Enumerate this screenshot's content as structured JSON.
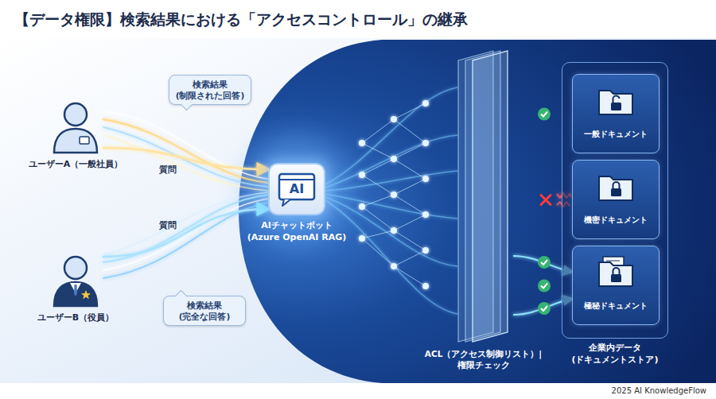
{
  "diagram": {
    "title": "【データ権限】検索結果における「アクセスコントロール」の継承",
    "nodes": [
      {
        "text": [
          "検索結果 (制限された回答)"
        ]
      },
      {
        "text": [
          "ユーザーA（一般社員）"
        ]
      },
      {
        "text": [
          "AI",
          "AIチャットボット (Azure OpenAI RAG)"
        ]
      },
      {
        "text": [
          "ユーザーB（役員）"
        ]
      },
      {
        "text": [
          "検索結果 (完全な回答)"
        ]
      },
      {
        "text": [
          "ACL（アクセス制御リスト）| 権限チェック"
        ]
      },
      {
        "text": [
          "企業内データ (ドキュメントストア)"
        ]
      },
      {
        "text": [
          "一般ドキュメント"
        ],
        "in": 6
      },
      {
        "text": [
          "機密ドキュメント"
        ],
        "in": 6
      },
      {
        "text": [
          "極秘ドキュメント"
        ],
        "in": 6
      }
    ],
    "edges": [
      {
        "from": 1,
        "to": 2,
        "arrow": "to",
        "label": "質問"
      },
      {
        "from": 3,
        "to": 2,
        "arrow": "to",
        "label": "質問"
      },
      {
        "from": 2,
        "to": 5,
        "arrow": "to"
      },
      {
        "from": 5,
        "to": 7,
        "arrow": "to"
      },
      {
        "from": 5,
        "to": 8,
        "arrow": "none"
      },
      {
        "from": 5,
        "to": 9,
        "arrow": "to"
      }
    ],
    "labels": [
      "2025 AI KnowledgeFlow"
    ]
  }
}
